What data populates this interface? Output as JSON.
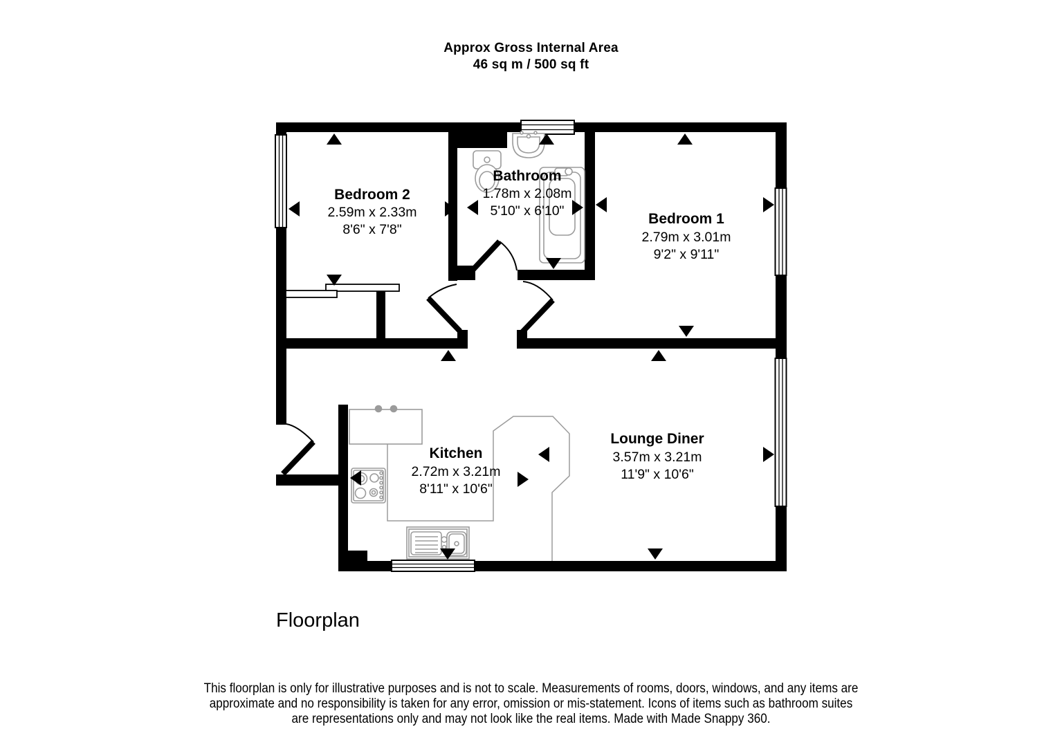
{
  "header": {
    "line1": "Approx Gross Internal Area",
    "line2": "46 sq m / 500 sq ft"
  },
  "rooms": {
    "bedroom2": {
      "name": "Bedroom 2",
      "metric": "2.59m x 2.33m",
      "imperial": "8'6\" x 7'8\""
    },
    "bathroom": {
      "name": "Bathroom",
      "metric": "1.78m x 2.08m",
      "imperial": "5'10\" x 6'10\""
    },
    "bedroom1": {
      "name": "Bedroom 1",
      "metric": "2.79m x 3.01m",
      "imperial": "9'2\" x 9'11\""
    },
    "kitchen": {
      "name": "Kitchen",
      "metric": "2.72m x 3.21m",
      "imperial": "8'11\" x 10'6\""
    },
    "lounge": {
      "name": "Lounge Diner",
      "metric": "3.57m x 3.21m",
      "imperial": "11'9\" x 10'6\""
    }
  },
  "caption": "Floorplan",
  "disclaimer": {
    "line1": "This floorplan is only for illustrative purposes and is not to scale. Measurements of rooms, doors, windows, and any items are",
    "line2": "approximate and no responsibility is taken for any error, omission or mis-statement. Icons of items such as bathroom suites",
    "line3": "are representations only and may not look like the real items. Made with Made Snappy 360."
  },
  "colors": {
    "wall": "#000000",
    "fixture": "#9b9b9b",
    "background": "#ffffff"
  }
}
